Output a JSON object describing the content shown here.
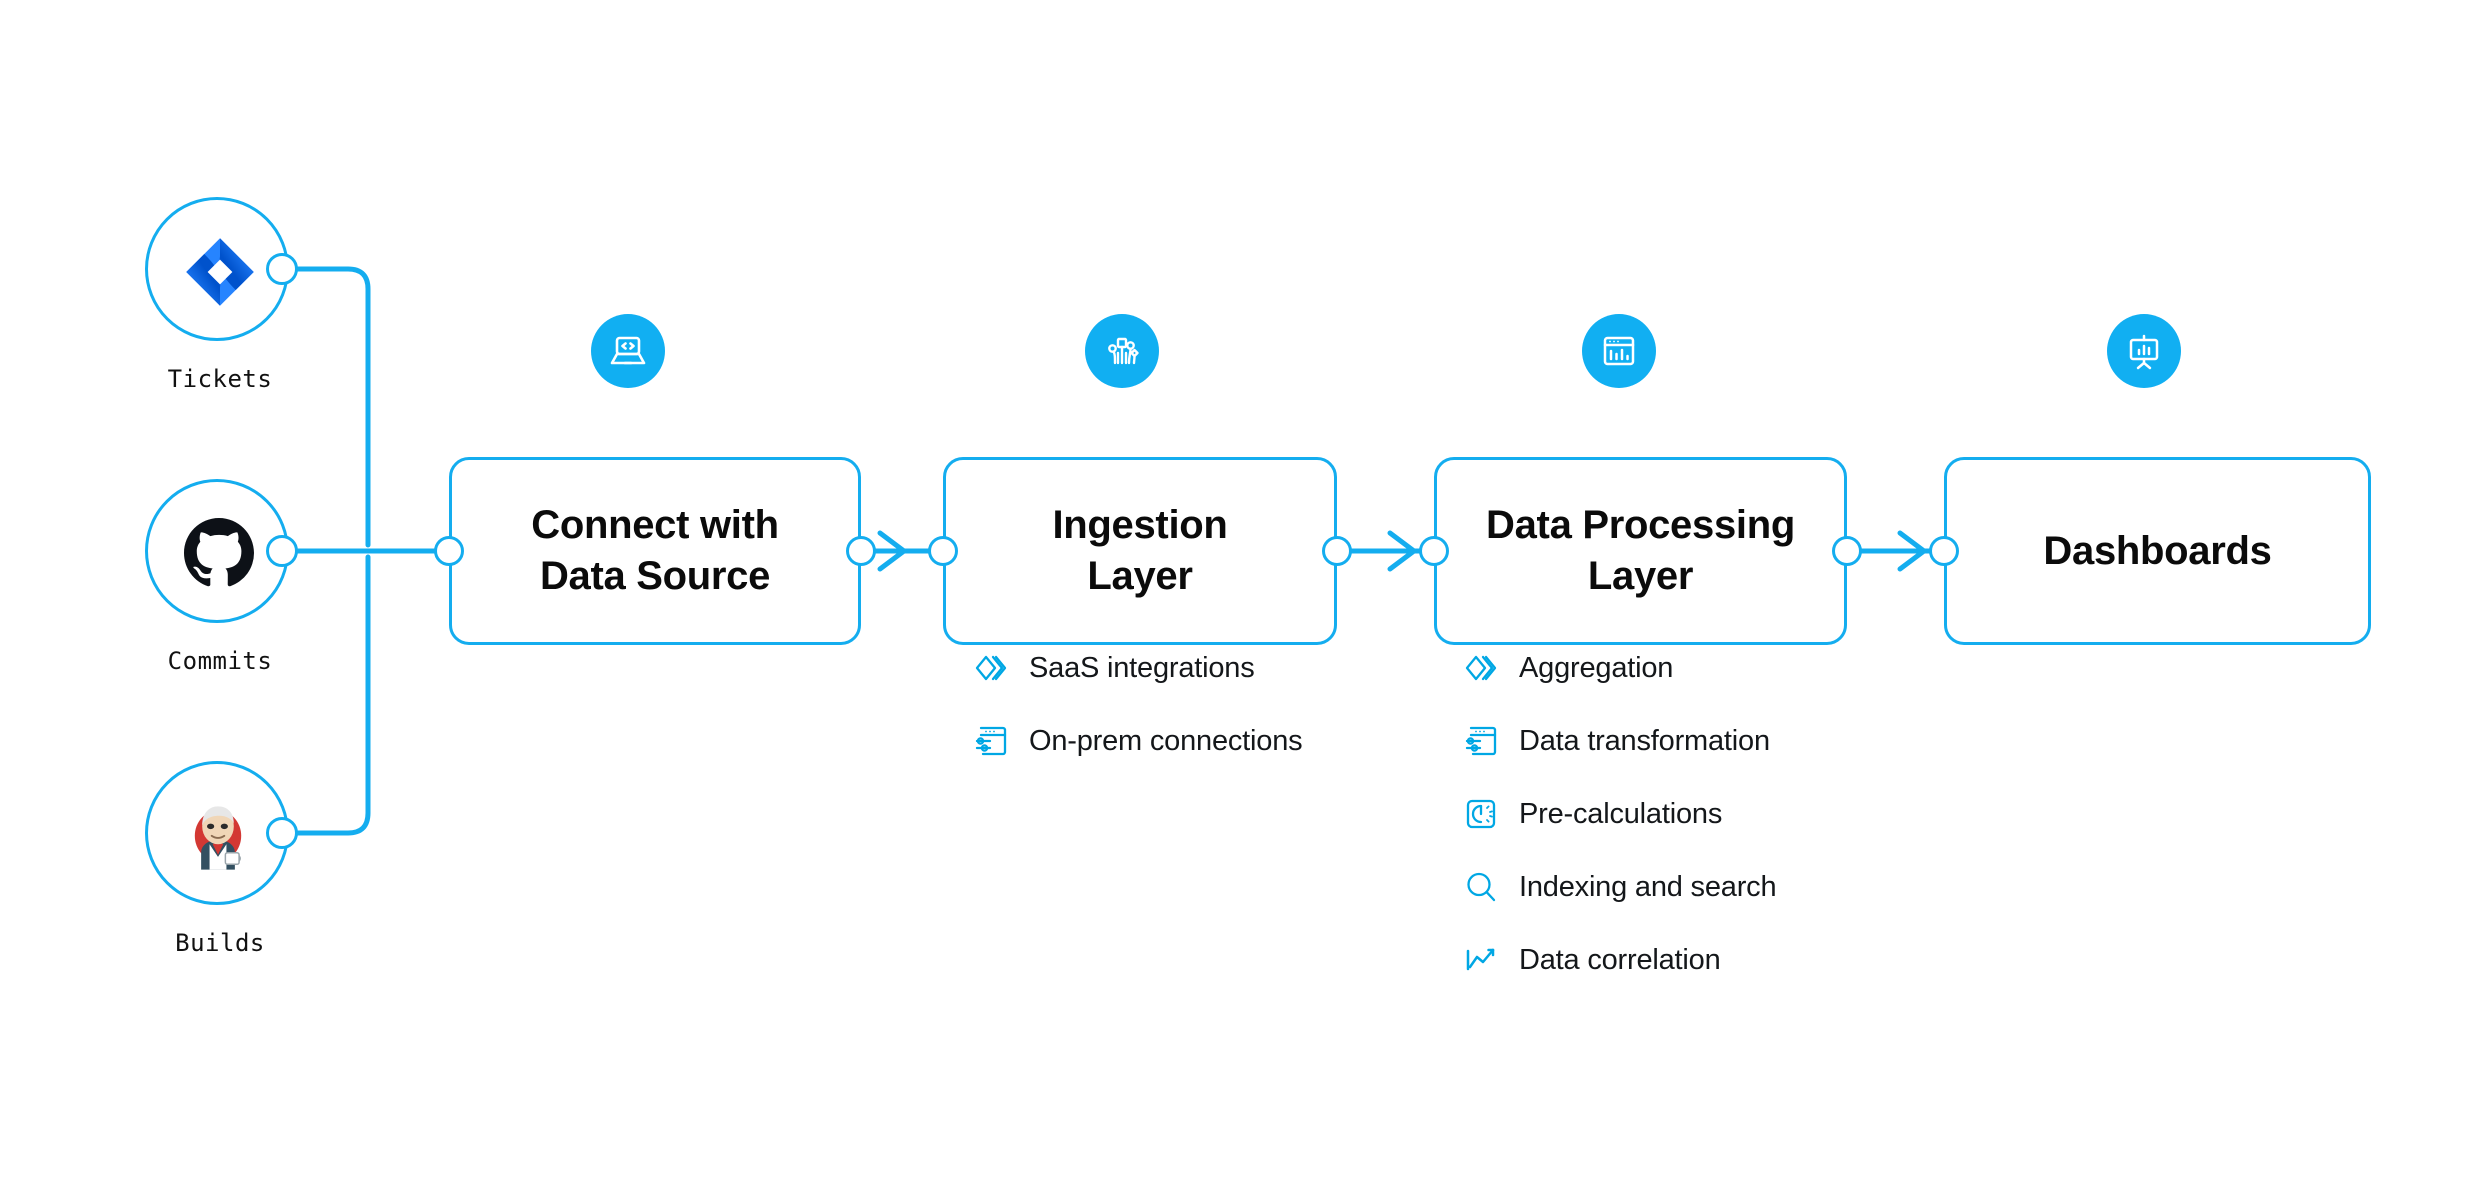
{
  "theme": {
    "line_color": "#14ADEF",
    "icon_circle_color": "#11AFF2",
    "feature_icon_color": "#00A7E4",
    "text_color": "#0b0b0b",
    "background": "#ffffff"
  },
  "sources": [
    {
      "label": "Tickets",
      "logo": "jira-logo",
      "brand_color": "#2684FF"
    },
    {
      "label": "Commits",
      "logo": "github-logo",
      "brand_color": "#0d1117"
    },
    {
      "label": "Builds",
      "logo": "jenkins-logo",
      "brand_color": "#D33833"
    }
  ],
  "stages": [
    {
      "title": "Connect with\nData Source",
      "icon": "laptop-code-icon",
      "features": []
    },
    {
      "title": "Ingestion\nLayer",
      "icon": "circuit-board-icon",
      "features": [
        {
          "label": "SaaS integrations",
          "icon": "layers-chevron-icon"
        },
        {
          "label": "On-prem connections",
          "icon": "browser-sliders-icon"
        }
      ]
    },
    {
      "title": "Data Processing\nLayer",
      "icon": "browser-barchart-icon",
      "features": [
        {
          "label": "Aggregation",
          "icon": "layers-chevron-icon"
        },
        {
          "label": "Data transformation",
          "icon": "browser-sliders-icon"
        },
        {
          "label": "Pre-calculations",
          "icon": "gauge-square-icon"
        },
        {
          "label": "Indexing and search",
          "icon": "magnifier-icon"
        },
        {
          "label": "Data correlation",
          "icon": "line-chart-icon"
        }
      ]
    },
    {
      "title": "Dashboards",
      "icon": "presentation-chart-icon",
      "features": []
    }
  ]
}
